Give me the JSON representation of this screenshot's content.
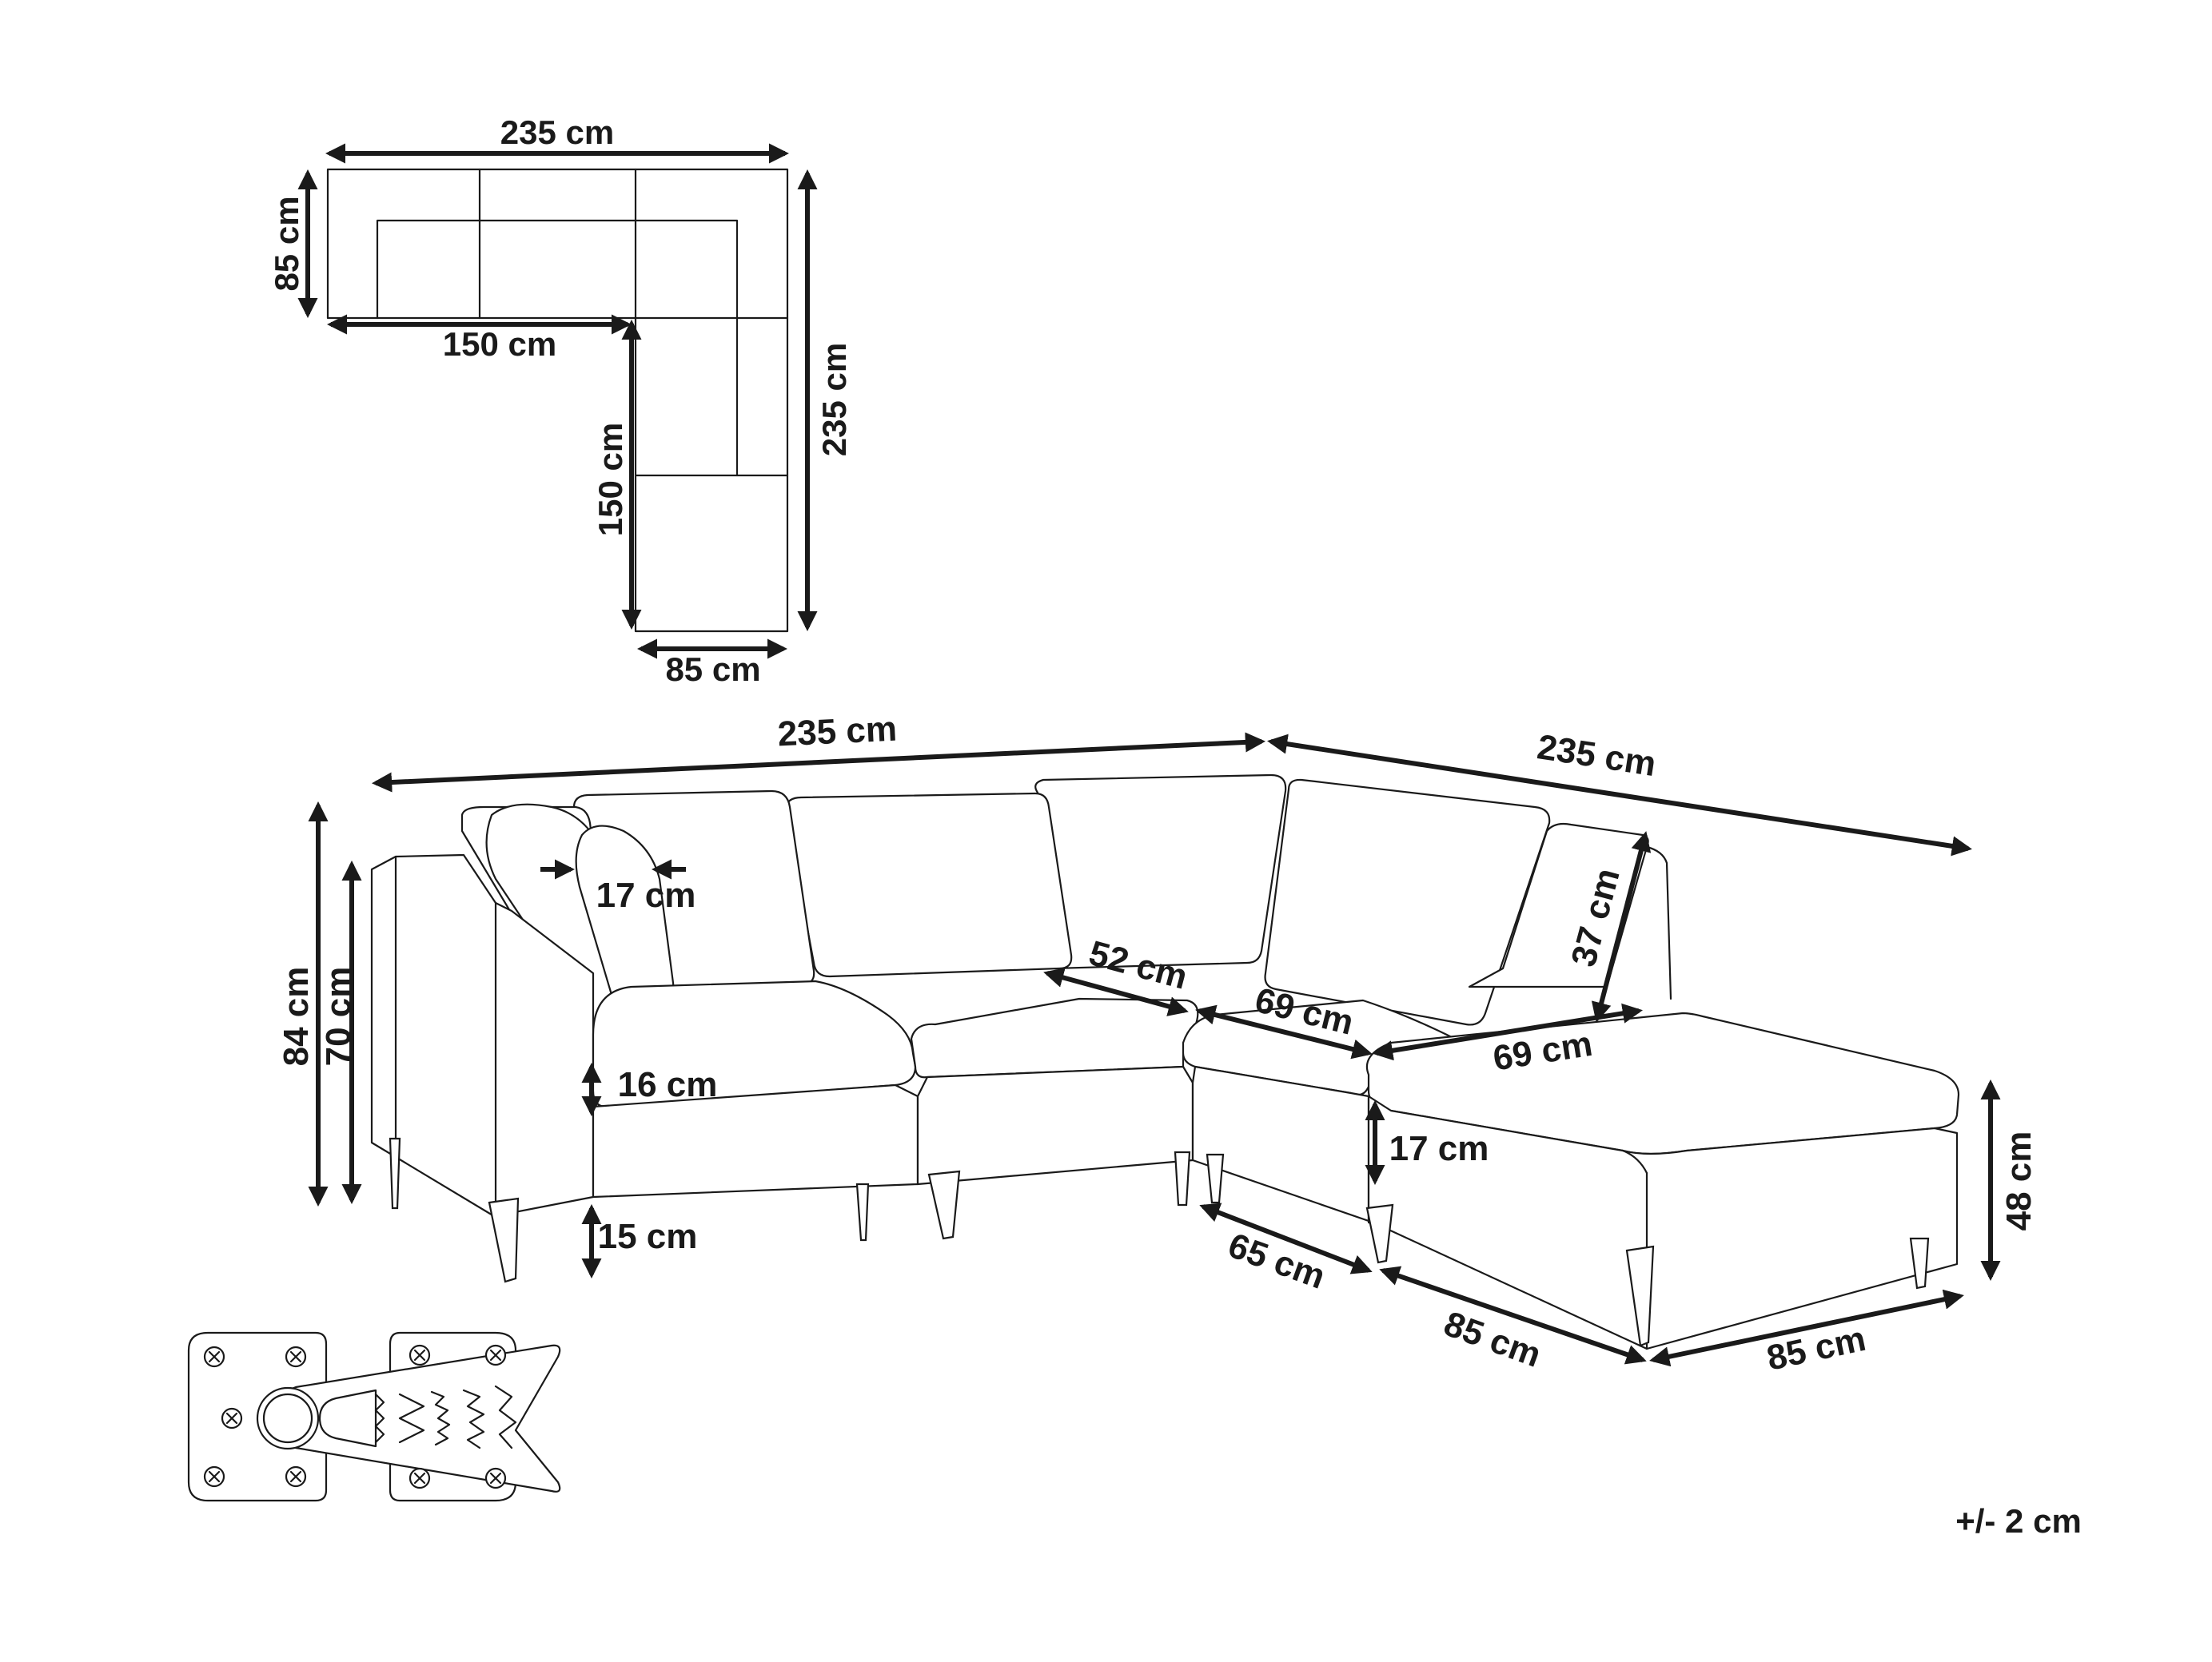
{
  "top_view": {
    "width_top": "235 cm",
    "depth_left": "85 cm",
    "inner_length": "150 cm",
    "height_right": "235 cm",
    "inner_height": "150 cm",
    "depth_bottom": "85 cm"
  },
  "perspective": {
    "total_left": "235 cm",
    "total_right": "235 cm",
    "cushion_thickness": "17 cm",
    "back_height": "37 cm",
    "seat_depth_a": "52 cm",
    "seat_depth_b": "69 cm",
    "seat_depth_c": "69 cm",
    "overall_height": "84 cm",
    "arm_height": "70 cm",
    "seat_thickness": "16 cm",
    "leg_height": "15 cm",
    "ottoman_cushion": "17 cm",
    "ottoman_height": "48 cm",
    "module_width": "65 cm",
    "ottoman_depth": "85 cm",
    "ottoman_width": "85 cm"
  },
  "tolerance": "+/- 2 cm"
}
